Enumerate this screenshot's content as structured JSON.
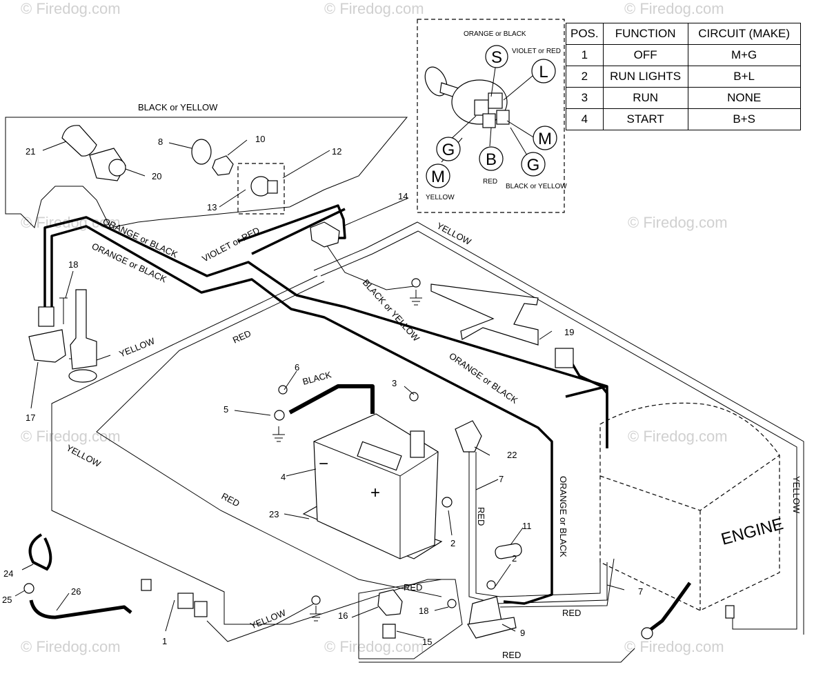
{
  "watermark": "© Firedog.com",
  "table": {
    "headers": [
      "POS.",
      "FUNCTION",
      "CIRCUIT  (MAKE)"
    ],
    "rows": [
      [
        "1",
        "OFF",
        "M+G"
      ],
      [
        "2",
        "RUN LIGHTS",
        "B+L"
      ],
      [
        "3",
        "RUN",
        "NONE"
      ],
      [
        "4",
        "START",
        "B+S"
      ]
    ]
  },
  "switch_detail": {
    "terminals": {
      "s": "S",
      "l": "L",
      "g1": "G",
      "b": "B",
      "m1": "M",
      "m2": "M",
      "g2": "G"
    },
    "labels": {
      "orange_black": "ORANGE or BLACK",
      "violet_red": "VIOLET or RED",
      "red": "RED",
      "yellow": "YELLOW",
      "black_yellow": "BLACK or YELLOW"
    }
  },
  "wire_labels": {
    "black_or_yellow_top": "BLACK or YELLOW",
    "orange_black_1": "ORANGE or BLACK",
    "orange_black_2": "ORANGE or BLACK",
    "violet_or_red": "VIOLET or RED",
    "yellow_top": "YELLOW",
    "black_or_yellow_mid": "BLACK or YELLOW",
    "yellow_left": "YELLOW",
    "red_left": "RED",
    "orange_black_3": "ORANGE or BLACK",
    "black": "BLACK",
    "yellow_lower_left": "YELLOW",
    "red_lower": "RED",
    "red_vertical": "RED",
    "orange_black_vertical": "ORANGE or BLACK",
    "yellow_right": "YELLOW",
    "red_bottom_1": "RED",
    "red_bottom_2": "RED",
    "red_bottom_3": "RED",
    "yellow_bottom": "YELLOW"
  },
  "engine_label": "ENGINE",
  "battery_signs": {
    "minus": "−",
    "plus": "+"
  },
  "part_numbers": {
    "p21": "21",
    "p20": "20",
    "p8": "8",
    "p10": "10",
    "p12": "12",
    "p13": "13",
    "p14": "14",
    "p18a": "18",
    "p17": "17",
    "p6": "6",
    "p5": "5",
    "p3": "3",
    "p4": "4",
    "p22": "22",
    "p7a": "7",
    "p23": "23",
    "p2a": "2",
    "p11": "11",
    "p2b": "2",
    "p7b": "7",
    "p19": "19",
    "p24": "24",
    "p25": "25",
    "p26": "26",
    "p1": "1",
    "p16": "16",
    "p18b": "18",
    "p9": "9",
    "p15": "15"
  }
}
